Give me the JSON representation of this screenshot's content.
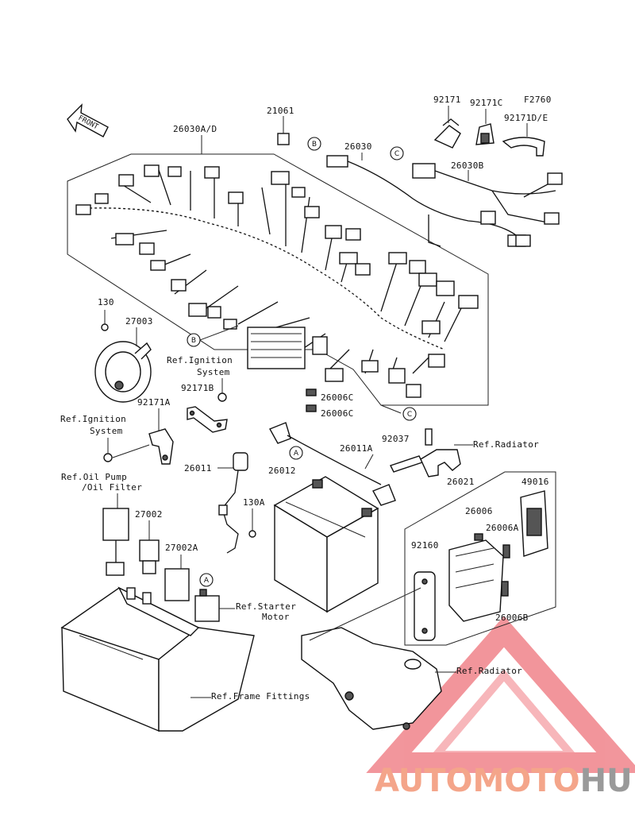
{
  "figure_code": "F2760",
  "front_label": "FRONT",
  "circle_refs": {
    "A": "A",
    "B": "B",
    "C": "C"
  },
  "parts": {
    "p21061": "21061",
    "p26030AD": "26030A/D",
    "p26030": "26030",
    "p26030B": "26030B",
    "p92171": "92171",
    "p92171C": "92171C",
    "p92171DE": "92171D/E",
    "p130": "130",
    "p27003": "27003",
    "p92171B": "92171B",
    "p92171A": "92171A",
    "p26006C_1": "26006C",
    "p26006C_2": "26006C",
    "p92037": "92037",
    "p26011A": "26011A",
    "p26011": "26011",
    "p26012": "26012",
    "p130A": "130A",
    "p26021": "26021",
    "p49016": "49016",
    "p26006": "26006",
    "p26006A": "26006A",
    "p26006B": "26006B",
    "p92160": "92160",
    "p27002": "27002",
    "p27002A": "27002A"
  },
  "refs": {
    "ignition_top_1": "Ref.Ignition",
    "ignition_top_2": "System",
    "ignition_left_1": "Ref.Ignition",
    "ignition_left_2": "System",
    "oil_pump_1": "Ref.Oil Pump",
    "oil_pump_2": "/Oil Filter",
    "radiator_top": "Ref.Radiator",
    "starter_1": "Ref.Starter",
    "starter_2": "Motor",
    "radiator_bottom": "Ref.Radiator",
    "frame_fittings": "Ref.Frame Fittings"
  },
  "watermark": {
    "part1": "AUTOMOTO",
    "part2": "HUB",
    "color1": "#f4a58a",
    "color2": "#9a9a9a",
    "triangle_color": "#e8404a"
  }
}
